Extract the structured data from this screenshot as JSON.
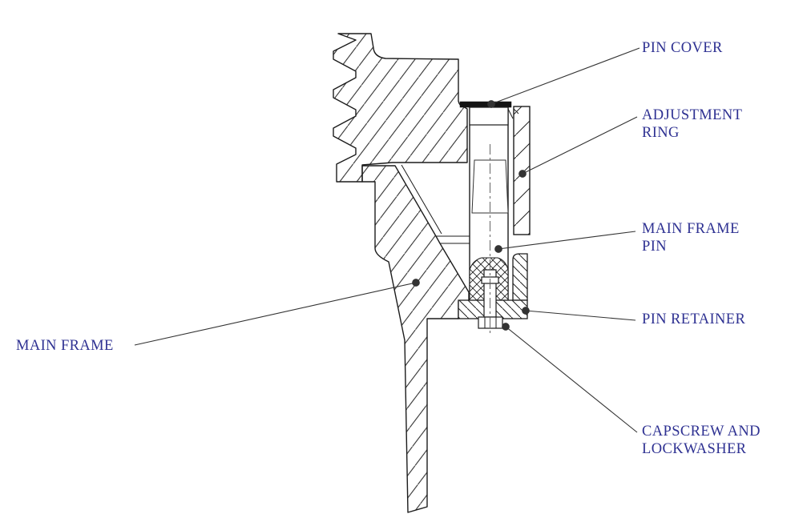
{
  "diagram": {
    "type": "technical-cross-section",
    "callouts": {
      "pin_cover": {
        "text": "PIN COVER"
      },
      "adjustment_ring": {
        "line1": "ADJUSTMENT",
        "line2": "RING"
      },
      "main_frame_pin": {
        "line1": "MAIN FRAME",
        "line2": "PIN"
      },
      "pin_retainer": {
        "text": "PIN RETAINER"
      },
      "main_frame": {
        "text": "MAIN FRAME"
      },
      "capscrew": {
        "line1": "CAPSCREW AND",
        "line2": "LOCKWASHER"
      }
    },
    "colors": {
      "label_text": "#2e3192",
      "drawing_line": "#1c1c1c",
      "leader_line": "#333333",
      "background": "#ffffff"
    }
  }
}
